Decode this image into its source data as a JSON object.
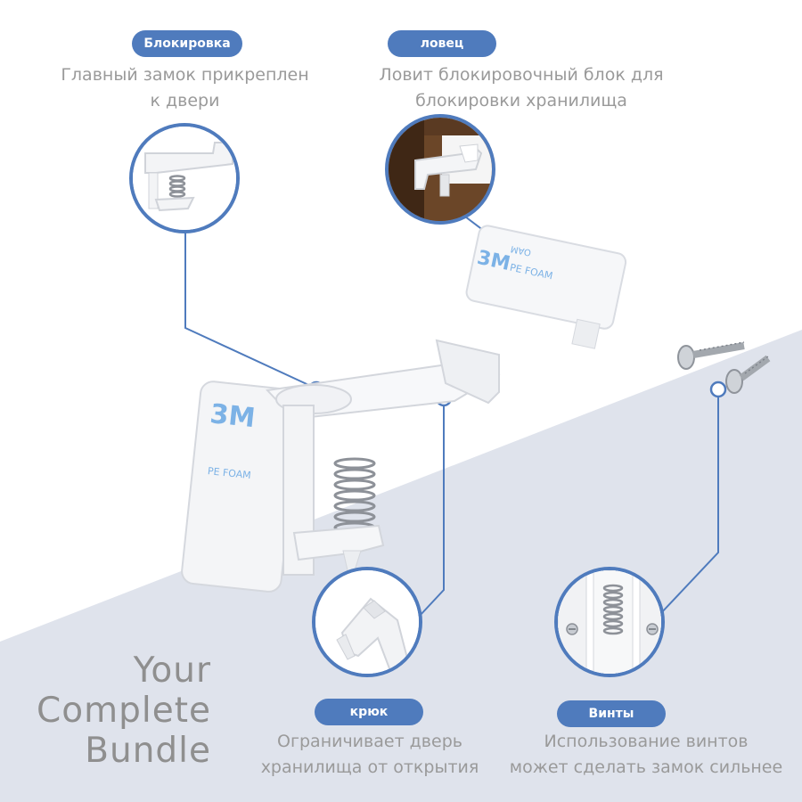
{
  "colors": {
    "accent": "#4f7bbd",
    "caption_text": "#9a9a9a",
    "bundle_text": "#8f8f8f",
    "floor": "#dfe3ec"
  },
  "labels": {
    "lock": {
      "badge": "Блокировка",
      "caption_line1": "Главный замок прикреплен",
      "caption_line2": "к двери"
    },
    "catcher": {
      "badge": "ловец",
      "caption_line1": "Ловит блокировочный блок для",
      "caption_line2": "блокировки хранилища"
    },
    "hook": {
      "badge": "крюк",
      "caption_line1": "Ограничивает дверь",
      "caption_line2": "хранилища от открытия"
    },
    "screws": {
      "badge": "Винты",
      "caption_line1": "Использование винтов",
      "caption_line2": "может сделать замок сильнее"
    }
  },
  "bundle": {
    "line1": "Your",
    "line2": "Complete",
    "line3": "Bundle"
  },
  "tape_prints": {
    "brand": "3M",
    "material": "PE FOAM",
    "fragment": "OAM"
  },
  "icons": [
    "lock-unit-image",
    "catcher-block-image",
    "screw-icon",
    "spring-icon"
  ]
}
